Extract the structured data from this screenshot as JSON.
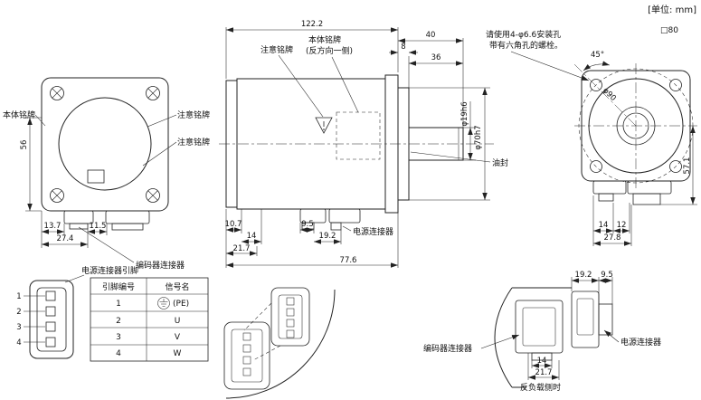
{
  "unit_note": "[单位: mm]",
  "front_view": {
    "label_body_nameplate": "本体铭牌",
    "label_caution_1": "注意铭牌",
    "label_caution_2": "注意铭牌",
    "label_encoder_connector": "编码器连接器",
    "dim_56": "56",
    "dim_13_7": "13.7",
    "dim_11_5": "11.5",
    "dim_27_4": "27.4"
  },
  "side_view": {
    "label_caution": "注意铭牌",
    "label_body_nameplate": "本体铭牌",
    "label_body_nameplate_side": "(反方向一侧)",
    "label_oil_seal": "油封",
    "label_power_connector": "电源连接器",
    "dim_122_2": "122.2",
    "dim_40": "40",
    "dim_8": "8",
    "dim_36": "36",
    "dim_shaft": "φ19h6",
    "dim_pilot": "φ70h7",
    "dim_10_7": "10.7",
    "dim_14": "14",
    "dim_9_5": "9.5",
    "dim_19_2": "19.2",
    "dim_21_7": "21.7",
    "dim_77_6": "77.6"
  },
  "rear_view": {
    "note_line1": "请使用4-φ6.6安装孔",
    "note_line2": "带有六角孔的螺栓。",
    "dim_square": "□80",
    "dim_angle": "45°",
    "dim_bolt_circle": "φ90",
    "dim_57_1": "57.1",
    "dim_14": "14",
    "dim_12": "12",
    "dim_27_8": "27.8"
  },
  "pin_section": {
    "title": "电源连接器引脚",
    "headers": {
      "pin": "引脚编号",
      "signal": "信号名"
    },
    "pins": [
      "1",
      "2",
      "3",
      "4"
    ],
    "ground_symbol": "⏚",
    "rows": [
      {
        "pin": "1",
        "signal": "(PE)"
      },
      {
        "pin": "2",
        "signal": "U"
      },
      {
        "pin": "3",
        "signal": "V"
      },
      {
        "pin": "4",
        "signal": "W"
      }
    ]
  },
  "anti_load_view": {
    "label_encoder_connector": "编码器连接器",
    "label_power_connector": "电源连接器",
    "caption": "反负载侧时",
    "dim_19_2": "19.2",
    "dim_9_5": "9.5",
    "dim_14": "14",
    "dim_21_7": "21.7"
  }
}
